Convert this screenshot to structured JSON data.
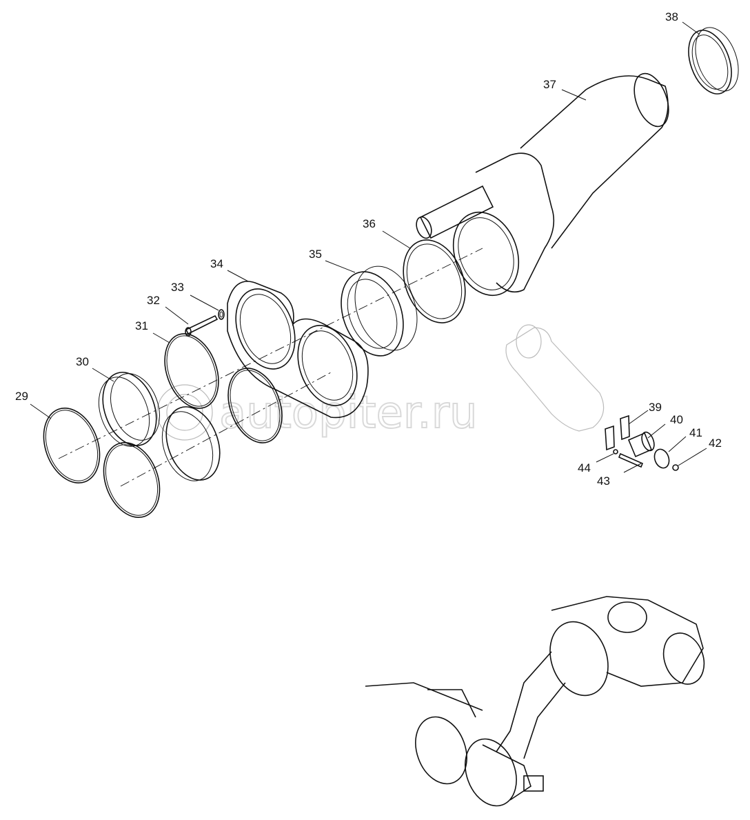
{
  "diagram": {
    "watermark": "autopiter.ru",
    "part_labels": [
      "29",
      "30",
      "31",
      "32",
      "33",
      "34",
      "35",
      "36",
      "37",
      "38",
      "39",
      "40",
      "41",
      "42",
      "43",
      "44"
    ]
  }
}
